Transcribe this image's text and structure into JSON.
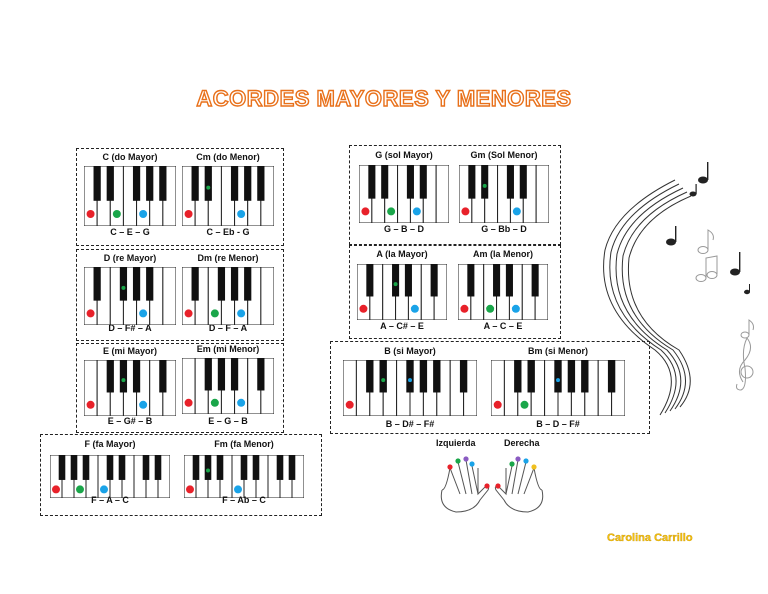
{
  "title": "ACORDES MAYORES Y MENORES",
  "author": "Carolina Carrillo",
  "hands": {
    "left": "Izquierda",
    "right": "Derecha"
  },
  "colors": {
    "red": "#e8212a",
    "green": "#1aa64a",
    "blue": "#1aa3e8",
    "title_outline": "#e8701a",
    "author": "#f4c20d"
  },
  "chords": [
    {
      "name": "C (do Mayor)",
      "notes": "C – E – G",
      "keys": [
        "C",
        "E",
        "G"
      ]
    },
    {
      "name": "Cm (do Menor)",
      "notes": "C – Eb - G",
      "keys": [
        "C",
        "Eb",
        "G"
      ]
    },
    {
      "name": "D (re Mayor)",
      "notes": "D – F# – A",
      "keys": [
        "D",
        "F#",
        "A"
      ]
    },
    {
      "name": "Dm (re Menor)",
      "notes": "D – F – A",
      "keys": [
        "D",
        "F",
        "A"
      ]
    },
    {
      "name": "E (mi Mayor)",
      "notes": "E – G# – B",
      "keys": [
        "E",
        "G#",
        "B"
      ]
    },
    {
      "name": "Em (mi Menor)",
      "notes": "E – G – B",
      "keys": [
        "E",
        "G",
        "B"
      ]
    },
    {
      "name": "F (fa Mayor)",
      "notes": "F – A – C",
      "keys": [
        "F",
        "A",
        "C"
      ]
    },
    {
      "name": "Fm (fa Menor)",
      "notes": "F – Ab – C",
      "keys": [
        "F",
        "Ab",
        "C"
      ]
    },
    {
      "name": "G (sol Mayor)",
      "notes": "G – B – D",
      "keys": [
        "G",
        "B",
        "D"
      ]
    },
    {
      "name": "Gm (Sol Menor)",
      "notes": "G – Bb – D",
      "keys": [
        "G",
        "Bb",
        "D"
      ]
    },
    {
      "name": "A (la Mayor)",
      "notes": "A – C# – E",
      "keys": [
        "A",
        "C#",
        "E"
      ]
    },
    {
      "name": "Am (la Menor)",
      "notes": "A – C – E",
      "keys": [
        "A",
        "C",
        "E"
      ]
    },
    {
      "name": "B (si Mayor)",
      "notes": "B – D# – F#",
      "keys": [
        "B",
        "D#",
        "F#"
      ]
    },
    {
      "name": "Bm (si Menor)",
      "notes": "B – D – F#",
      "keys": [
        "B",
        "D",
        "F#"
      ]
    }
  ]
}
